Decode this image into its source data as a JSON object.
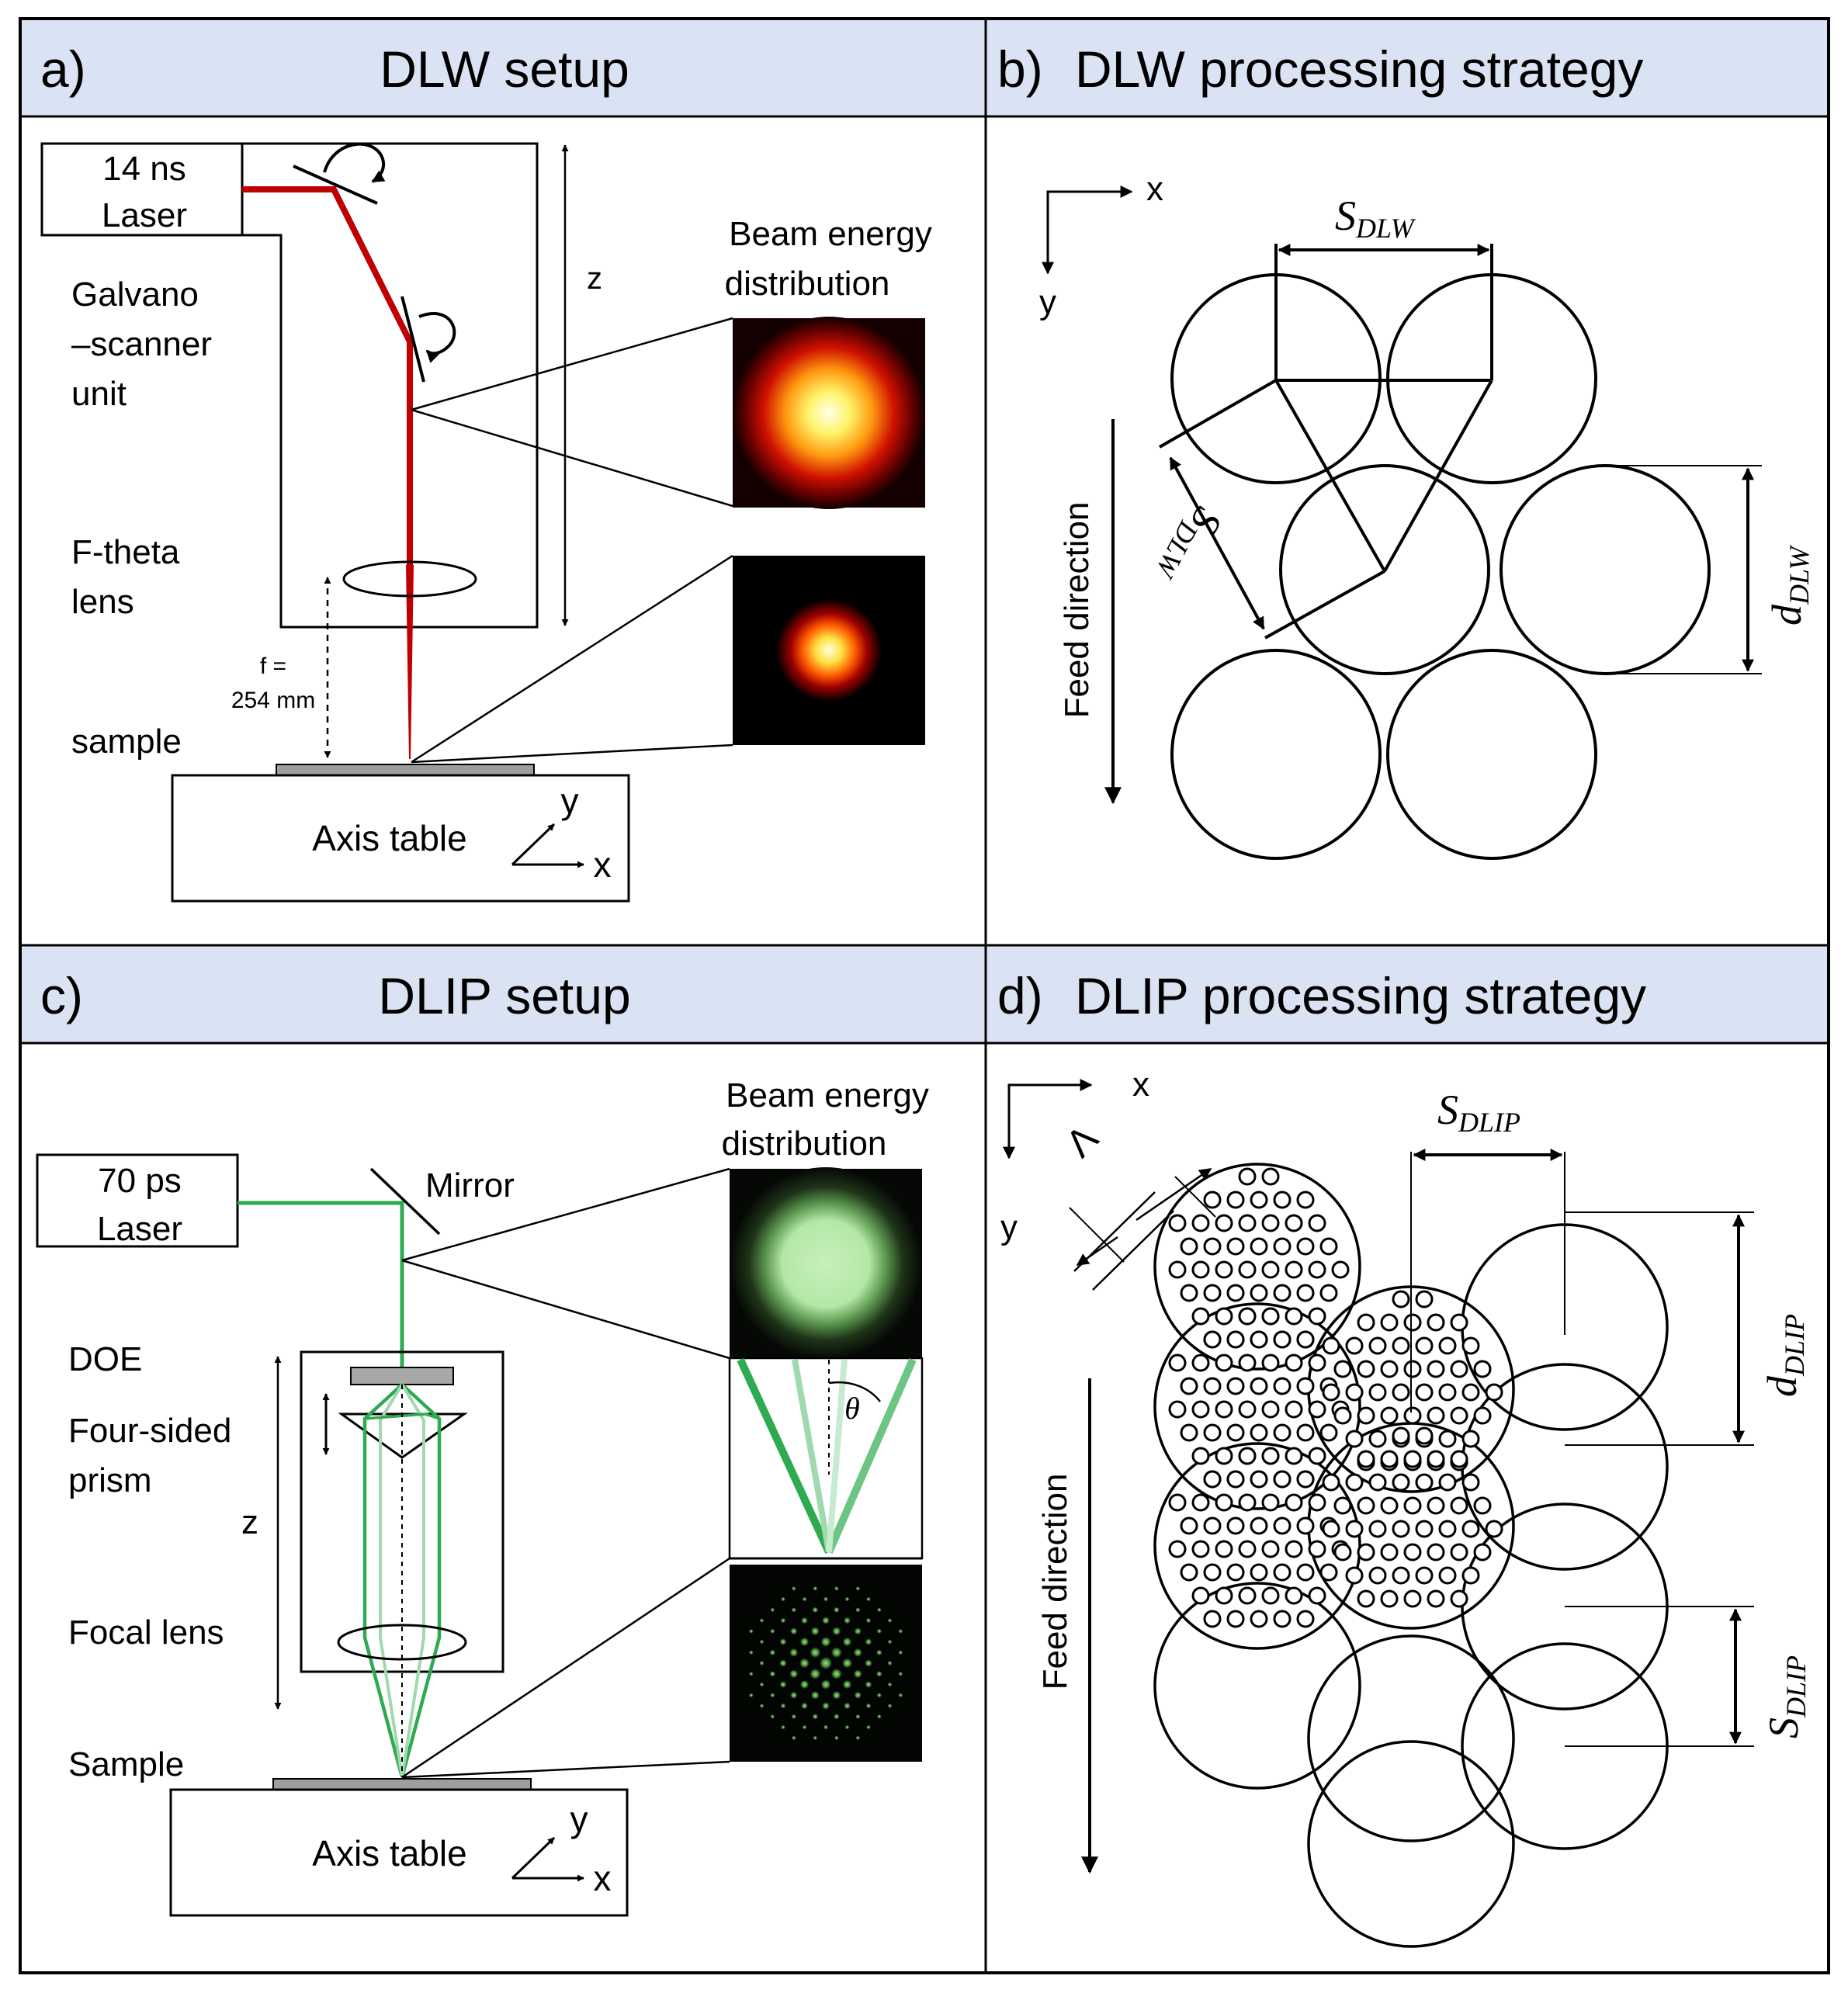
{
  "colors": {
    "header_bg": "#dae3f3",
    "laser_red": "#c00000",
    "laser_green": "#2eaa50",
    "laser_green_light": "#9fd9ad",
    "sample_gray": "#9e9e9e"
  },
  "panels": {
    "a": {
      "label": "a)",
      "title": "DLW setup",
      "laser_line1": "14 ns",
      "laser_line2": "Laser",
      "galvano_line1": "Galvano",
      "galvano_line2": "–scanner",
      "galvano_line3": "unit",
      "ftheta_line1": "F-theta",
      "ftheta_line2": "lens",
      "focal_line1": "f =",
      "focal_line2": "254 mm",
      "sample": "sample",
      "z": "z",
      "beam_line1": "Beam energy",
      "beam_line2": "distribution",
      "axis_table": "Axis table",
      "axis_y": "y",
      "axis_x": "x"
    },
    "b": {
      "label": "b)",
      "title": "DLW processing strategy",
      "axis_x": "x",
      "axis_y": "y",
      "feed": "Feed direction",
      "s_main": "S",
      "s_sub": "DLW",
      "d_main": "d",
      "d_sub": "DLW"
    },
    "c": {
      "label": "c)",
      "title": "DLIP setup",
      "laser_line1": "70 ps",
      "laser_line2": "Laser",
      "mirror": "Mirror",
      "doe": "DOE",
      "prism_line1": "Four-sided",
      "prism_line2": "prism",
      "z": "z",
      "focal_lens": "Focal lens",
      "sample": "Sample",
      "beam_line1": "Beam energy",
      "beam_line2": "distribution",
      "theta": "θ",
      "axis_table": "Axis table",
      "axis_y": "y",
      "axis_x": "x"
    },
    "d": {
      "label": "d)",
      "title": "DLIP processing strategy",
      "axis_x": "x",
      "axis_y": "y",
      "feed": "Feed direction",
      "lambda": "Λ",
      "s_main": "S",
      "s_sub": "DLIP",
      "d_main": "d",
      "d_sub": "DLIP"
    }
  }
}
